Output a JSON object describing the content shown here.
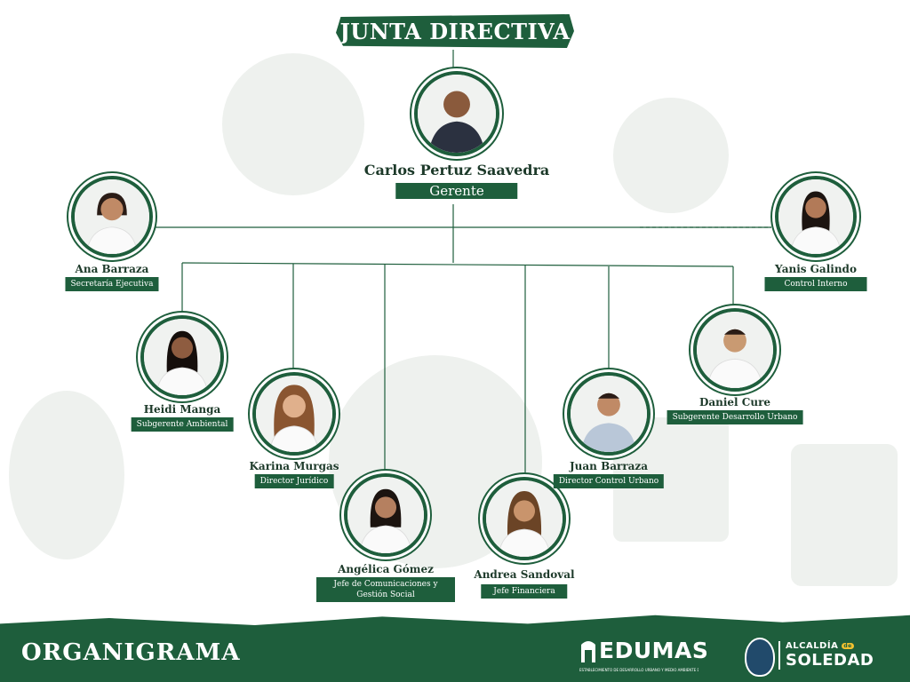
{
  "title": "JUNTA DIRECTIVA",
  "footer": {
    "title": "ORGANIGRAMA",
    "edumas_logo_text": "EDUMAS",
    "edumas_subtitle": "ESTABLECIMIENTO DE DESARROLLO URBANO Y MEDIO AMBIENTE DE SOLEDAD",
    "alcaldia_top": "ALCALDÍA",
    "alcaldia_badge": "de",
    "alcaldia_main": "SOLEDAD"
  },
  "members": [
    {
      "id": "carlos",
      "name": "Carlos Pertuz Saavedra",
      "role": "Gerente"
    },
    {
      "id": "ana",
      "name": "Ana Barraza",
      "role": "Secretaría Ejecutiva"
    },
    {
      "id": "yanis",
      "name": "Yanis Galindo",
      "role": "Control Interno"
    },
    {
      "id": "heidi",
      "name": "Heidi Manga",
      "role": "Subgerente Ambiental"
    },
    {
      "id": "karina",
      "name": "Karina Murgas",
      "role": "Director Jurídico"
    },
    {
      "id": "angelica",
      "name": "Angélica Gómez",
      "role": "Jefe de Comunicaciones y Gestión Social"
    },
    {
      "id": "andrea",
      "name": "Andrea Sandoval",
      "role": "Jefe Financiera"
    },
    {
      "id": "juan",
      "name": "Juan Barraza",
      "role": "Director Control Urbano"
    },
    {
      "id": "daniel",
      "name": "Daniel Cure",
      "role": "Subgerente Desarrollo Urbano"
    }
  ],
  "colors": {
    "brand_green": "#1e5e3c",
    "name_text": "#1d3a2a",
    "background": "#ffffff"
  }
}
